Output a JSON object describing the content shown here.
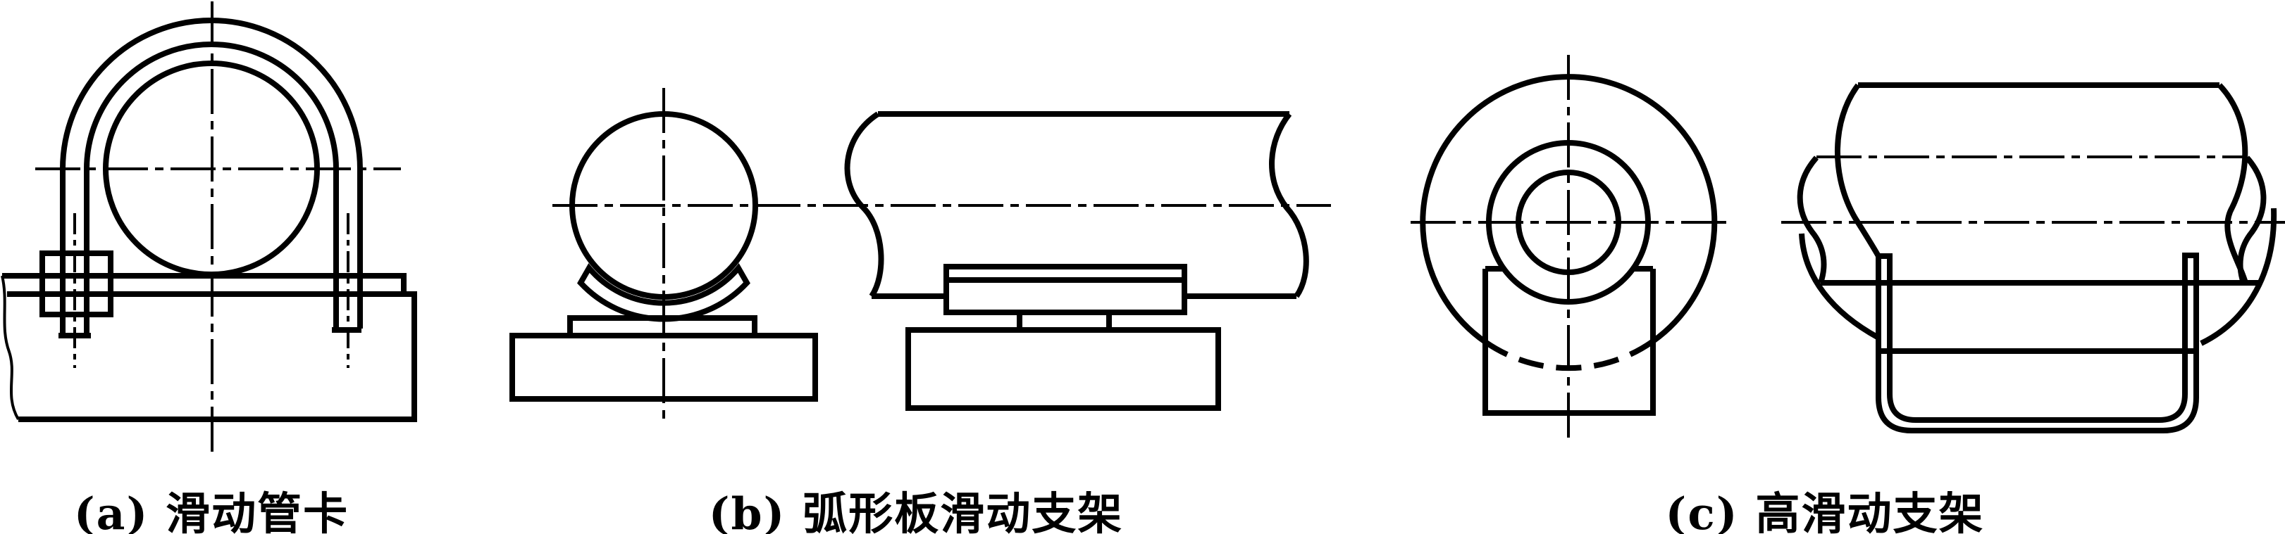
{
  "page": {
    "background": "#ffffff",
    "line_color": "#000000",
    "type": "engineering-line-drawing",
    "subject": "pipe sliding support types"
  },
  "captions": [
    {
      "id": "a",
      "text": "(a) 滑动管卡"
    },
    {
      "id": "b",
      "text": "(b) 弧形板滑动支架"
    },
    {
      "id": "c",
      "text": "(c) 高滑动支架"
    }
  ]
}
